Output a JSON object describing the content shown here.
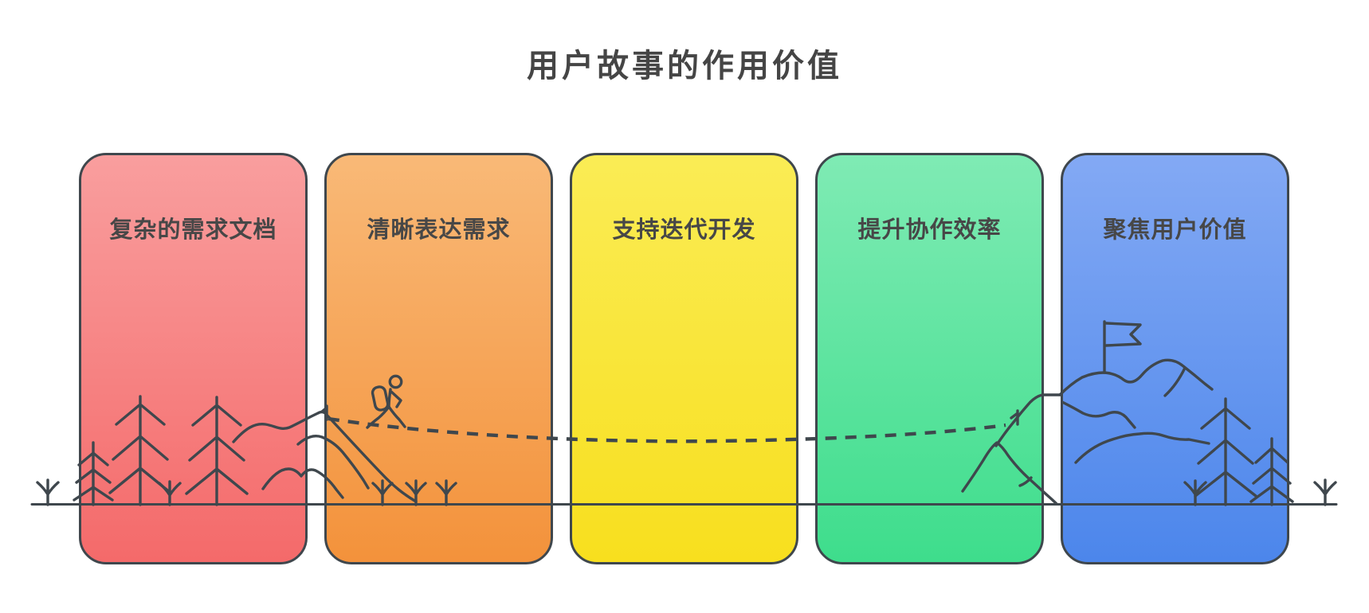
{
  "title": "用户故事的作用价值",
  "cards": [
    {
      "label": "复杂的需求文档",
      "color_top": "#F99E9E",
      "color_bottom": "#F46A6A"
    },
    {
      "label": "清晰表达需求",
      "color_top": "#F9B977",
      "color_bottom": "#F3923B"
    },
    {
      "label": "支持迭代开发",
      "color_top": "#FAEC55",
      "color_bottom": "#F8DF1E"
    },
    {
      "label": "提升协作效率",
      "color_top": "#7FEBB4",
      "color_bottom": "#3EDD8C"
    },
    {
      "label": "聚焦用户价值",
      "color_top": "#83A9F4",
      "color_bottom": "#4C86EB"
    }
  ],
  "illustration": {
    "line_color": "#3F474D",
    "elements": [
      "pine-trees",
      "sprouts",
      "ground-line",
      "dashed-trail",
      "hiker",
      "summit-marker",
      "mountain-ridges",
      "goal-flag"
    ]
  }
}
